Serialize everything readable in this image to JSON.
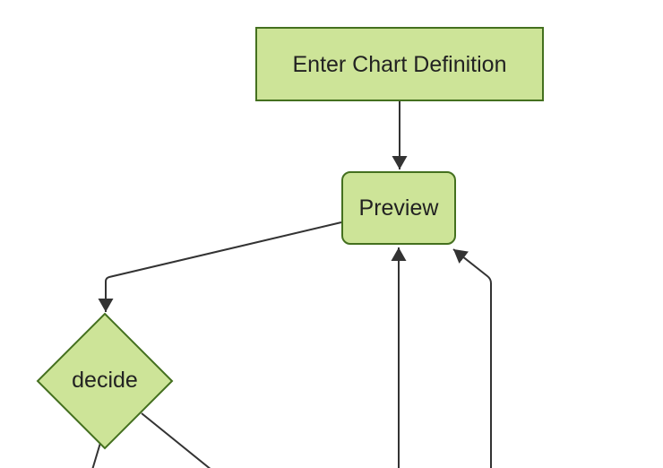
{
  "diagram": {
    "type": "flowchart",
    "direction": "top-down",
    "nodes": [
      {
        "id": "A",
        "label": "Enter Chart Definition",
        "shape": "rectangle"
      },
      {
        "id": "B",
        "label": "Preview",
        "shape": "rounded-rectangle"
      },
      {
        "id": "C",
        "label": "decide",
        "shape": "diamond"
      }
    ],
    "edges": [
      {
        "name": "enter-chart-definition-to-preview",
        "arrow": true
      },
      {
        "name": "preview-to-decide",
        "arrow": true
      },
      {
        "name": "decide-out-bottom-left-offscreen",
        "arrow": false
      },
      {
        "name": "decide-out-bottom-right-offscreen",
        "arrow": false
      },
      {
        "name": "offscreen-bottom-up-to-preview",
        "arrow": true
      },
      {
        "name": "offscreen-bottom-right-up-to-preview",
        "arrow": true
      }
    ],
    "colors": {
      "node_fill": "#cde498",
      "node_border": "#44701f",
      "edge_color": "#333333",
      "text_color": "#222222",
      "bg_color": "#ffffff"
    }
  }
}
